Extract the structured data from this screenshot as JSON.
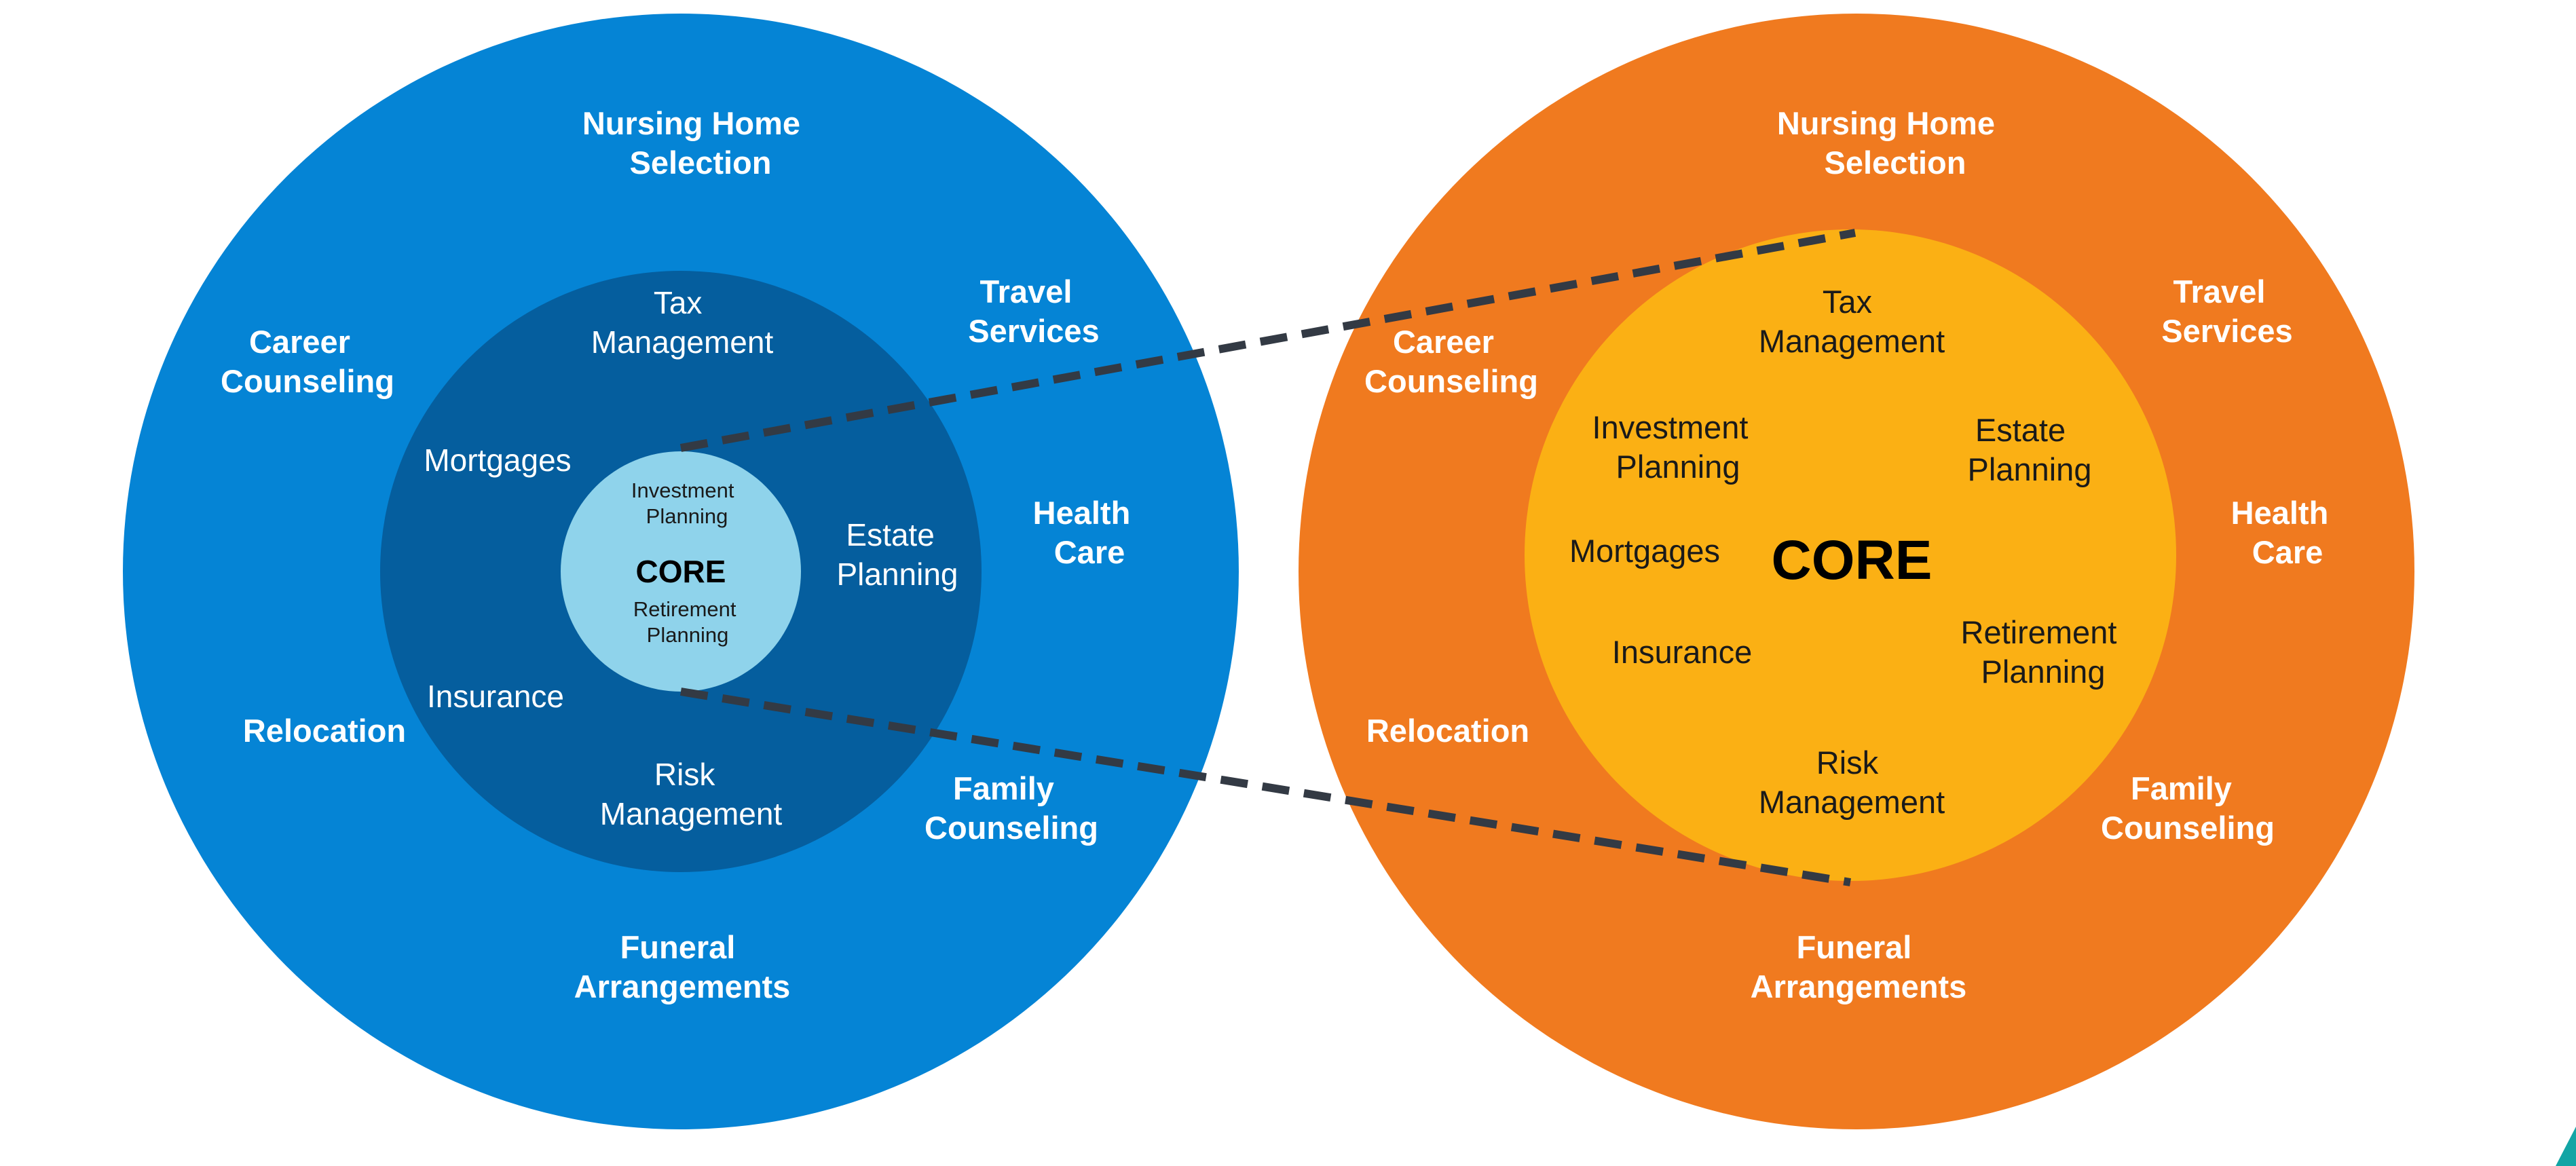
{
  "colors": {
    "left_outer": "#0584d5",
    "left_middle": "#055e9e",
    "left_core": "#8fd3eb",
    "right_outer": "#f07a1f",
    "right_core": "#fbb014",
    "connector": "#333a44",
    "corner_accent": "#12a5a5"
  },
  "left": {
    "outer": {
      "nursing": [
        "Nursing Home",
        "Selection"
      ],
      "travel": [
        "Travel",
        "Services"
      ],
      "career": [
        "Career",
        "Counseling"
      ],
      "health": [
        "Health",
        "Care"
      ],
      "relocation": [
        "Relocation"
      ],
      "family": [
        "Family",
        "Counseling"
      ],
      "funeral": [
        "Funeral",
        "Arrangements"
      ]
    },
    "middle": {
      "tax": [
        "Tax",
        "Management"
      ],
      "mortgages": [
        "Mortgages"
      ],
      "estate": [
        "Estate",
        "Planning"
      ],
      "insurance": [
        "Insurance"
      ],
      "risk": [
        "Risk",
        "Management"
      ]
    },
    "core": {
      "investment": [
        "Investment",
        "Planning"
      ],
      "title": "CORE",
      "retirement": [
        "Retirement",
        "Planning"
      ]
    }
  },
  "right": {
    "outer": {
      "nursing": [
        "Nursing Home",
        "Selection"
      ],
      "travel": [
        "Travel",
        "Services"
      ],
      "career": [
        "Career",
        "Counseling"
      ],
      "health": [
        "Health",
        "Care"
      ],
      "relocation": [
        "Relocation"
      ],
      "family": [
        "Family",
        "Counseling"
      ],
      "funeral": [
        "Funeral",
        "Arrangements"
      ]
    },
    "core": {
      "tax": [
        "Tax",
        "Management"
      ],
      "investment": [
        "Investment",
        "Planning"
      ],
      "estate": [
        "Estate",
        "Planning"
      ],
      "mortgages": [
        "Mortgages"
      ],
      "title": "CORE",
      "insurance": [
        "Insurance"
      ],
      "retirement": [
        "Retirement",
        "Planning"
      ],
      "risk": [
        "Risk",
        "Management"
      ]
    }
  }
}
